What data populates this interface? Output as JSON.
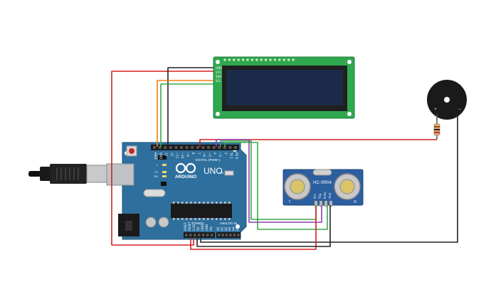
{
  "arduino": {
    "brand": "ARDUINO",
    "model": "UNO",
    "digital_label": "DIGITAL (PWM~)",
    "power_label": "POWER",
    "analog_label": "ANALOG IN",
    "led_tx": "TX",
    "led_rx": "RX",
    "led_l": "L",
    "led_on": "ON",
    "header_top_labels": [
      "AREF",
      "GND",
      "13",
      "12",
      "~11",
      "~10",
      "~9",
      "8",
      "7",
      "~6",
      "~5",
      "4",
      "~3",
      "2",
      "TX 1",
      "RX 0"
    ],
    "header_power_labels": [
      "IOREF",
      "RESET",
      "3.3V",
      "5V",
      "GND",
      "GND",
      "Vin"
    ],
    "header_analog_labels": [
      "A0",
      "A1",
      "A2",
      "A3",
      "A4",
      "A5"
    ]
  },
  "lcd": {
    "pin_labels": [
      "GND",
      "VCC",
      "SDA",
      "SCL"
    ]
  },
  "ultrasonic": {
    "model": "HC-SR04",
    "left_mark": "T",
    "right_mark": "R",
    "pin_labels": [
      "Vcc",
      "Trig",
      "Echo",
      "Gnd"
    ]
  },
  "buzzer": {
    "plus": "+",
    "minus": "−"
  },
  "colors": {
    "board": "#2e6f9e",
    "lcd_pcb": "#2fa84f",
    "lcd_screen": "#1c2a4a",
    "sensor_pcb": "#2c5fa0",
    "wire_red": "#d42020",
    "wire_black": "#222222",
    "wire_orange": "#f08010",
    "wire_green": "#3aa84a",
    "wire_purple": "#8a3fb5",
    "wire_gray": "#555555"
  }
}
